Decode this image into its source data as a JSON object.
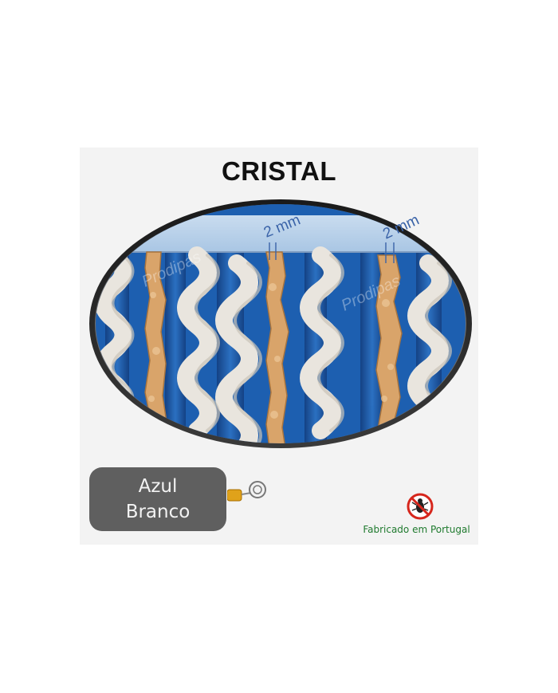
{
  "product": {
    "title": "CRISTAL",
    "colors": [
      "Azul",
      "Branco"
    ],
    "measure_left": "2 mm",
    "measure_right": "2 mm",
    "watermark": "Prodipas",
    "made_in": "Fabricado em Portugal"
  },
  "palette": {
    "card_bg": "#f3f3f3",
    "blue": "#1d5fb0",
    "cream": "#eae6df",
    "cork": "#d9a46a",
    "color_box": "#5f5f5f",
    "made_in_text": "#1f7a2e",
    "measure_text": "#3a63a8"
  },
  "icons": {
    "keychain": "keychain-icon",
    "no_insect": "no-insect-icon"
  }
}
